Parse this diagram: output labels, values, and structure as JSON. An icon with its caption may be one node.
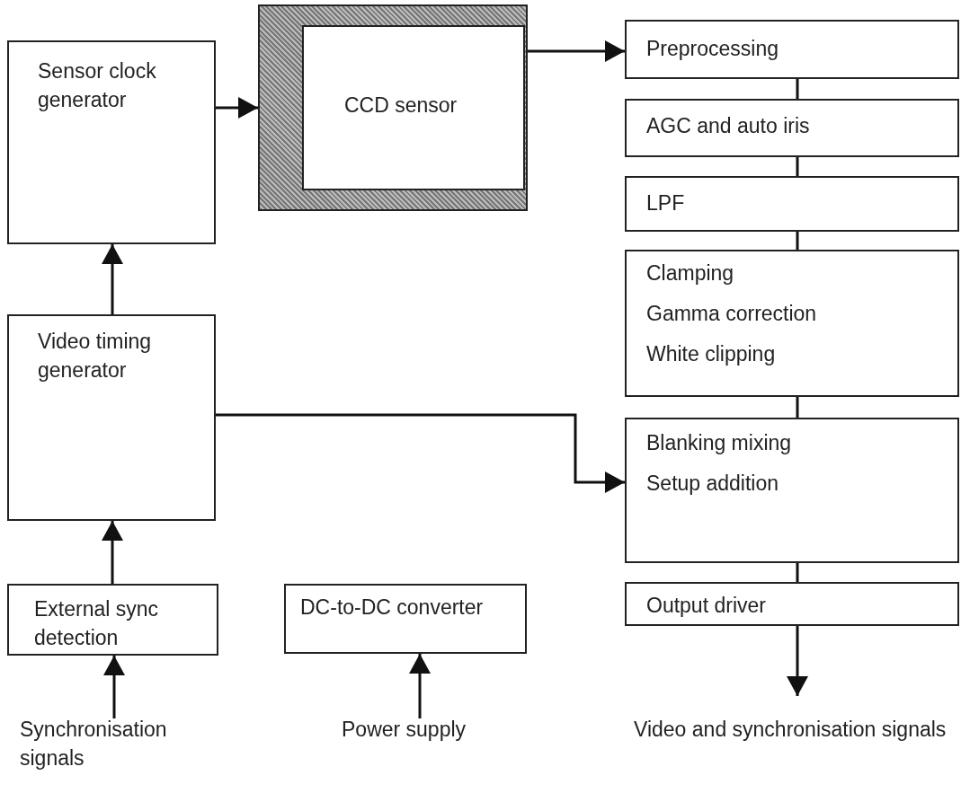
{
  "diagram": {
    "nodes": [
      {
        "text": [
          "Sensor clock generator"
        ]
      },
      {
        "text": [
          "CCD sensor"
        ]
      },
      {
        "text": [
          "Preprocessing"
        ]
      },
      {
        "text": [
          "AGC and auto iris"
        ]
      },
      {
        "text": [
          "LPF"
        ]
      },
      {
        "text": [
          "Clamping",
          "Gamma correction",
          "White clipping"
        ]
      },
      {
        "text": [
          "Blanking mixing",
          "Setup addition"
        ]
      },
      {
        "text": [
          "Output driver"
        ]
      },
      {
        "text": [
          "Video timing generator"
        ]
      },
      {
        "text": [
          "External sync detection"
        ]
      },
      {
        "text": [
          "DC-to-DC converter"
        ]
      },
      {
        "text": [
          "Synchronisation signals"
        ]
      },
      {
        "text": [
          "Power supply"
        ]
      },
      {
        "text": [
          "Video and synchronisation signals"
        ]
      }
    ],
    "edges": [
      {
        "from": 0,
        "to": 1,
        "arrow": "to"
      },
      {
        "from": 1,
        "to": 2,
        "arrow": "to"
      },
      {
        "from": 2,
        "to": 3,
        "arrow": "none"
      },
      {
        "from": 3,
        "to": 4,
        "arrow": "none"
      },
      {
        "from": 4,
        "to": 5,
        "arrow": "none"
      },
      {
        "from": 5,
        "to": 6,
        "arrow": "none"
      },
      {
        "from": 6,
        "to": 7,
        "arrow": "none"
      },
      {
        "from": 8,
        "to": 0,
        "arrow": "to"
      },
      {
        "from": 8,
        "to": 6,
        "arrow": "to"
      },
      {
        "from": 9,
        "to": 8,
        "arrow": "to"
      },
      {
        "from": 11,
        "to": 9,
        "arrow": "to"
      },
      {
        "from": 12,
        "to": 10,
        "arrow": "to"
      },
      {
        "from": 7,
        "to": 13,
        "arrow": "to"
      }
    ]
  }
}
